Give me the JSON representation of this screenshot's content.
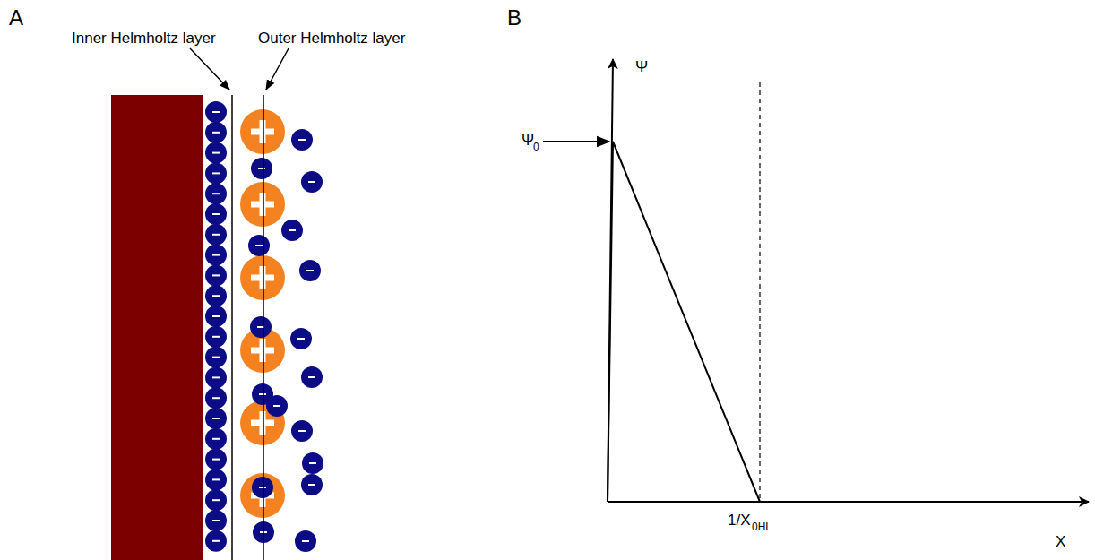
{
  "diagram": {
    "labels": [
      "A",
      "B",
      "Inner Helmholtz layer",
      "Outer Helmholtz layer",
      "Ψ",
      "Ψ",
      "0",
      "1/X",
      "0HL",
      "X"
    ]
  }
}
